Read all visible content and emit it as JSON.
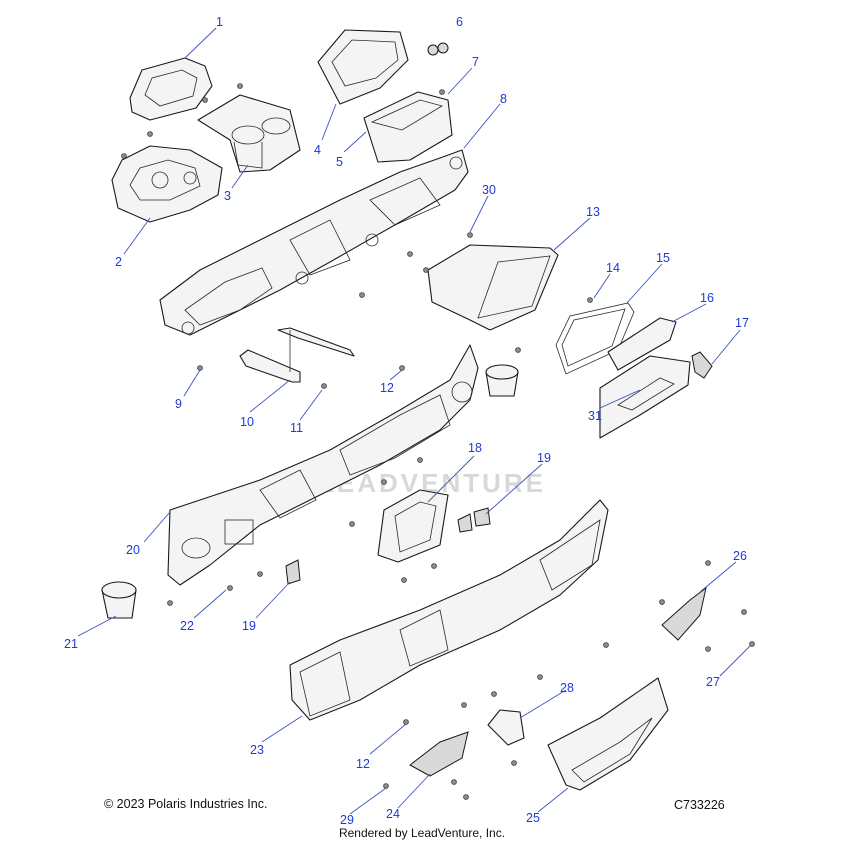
{
  "diagram": {
    "callouts": [
      "1",
      "2",
      "3",
      "4",
      "5",
      "6",
      "7",
      "8",
      "30",
      "13",
      "14",
      "15",
      "16",
      "17",
      "9",
      "10",
      "11",
      "12",
      "31",
      "18",
      "19",
      "20",
      "21",
      "22",
      "19",
      "26",
      "27",
      "23",
      "12",
      "28",
      "24",
      "25",
      "29"
    ]
  },
  "watermark": {
    "text": "LEADVENTURE"
  },
  "footer": {
    "copyright": "© 2023 Polaris Industries Inc.",
    "drawing_code": "C733226",
    "rendered_by": "Rendered by LeadVenture, Inc."
  }
}
